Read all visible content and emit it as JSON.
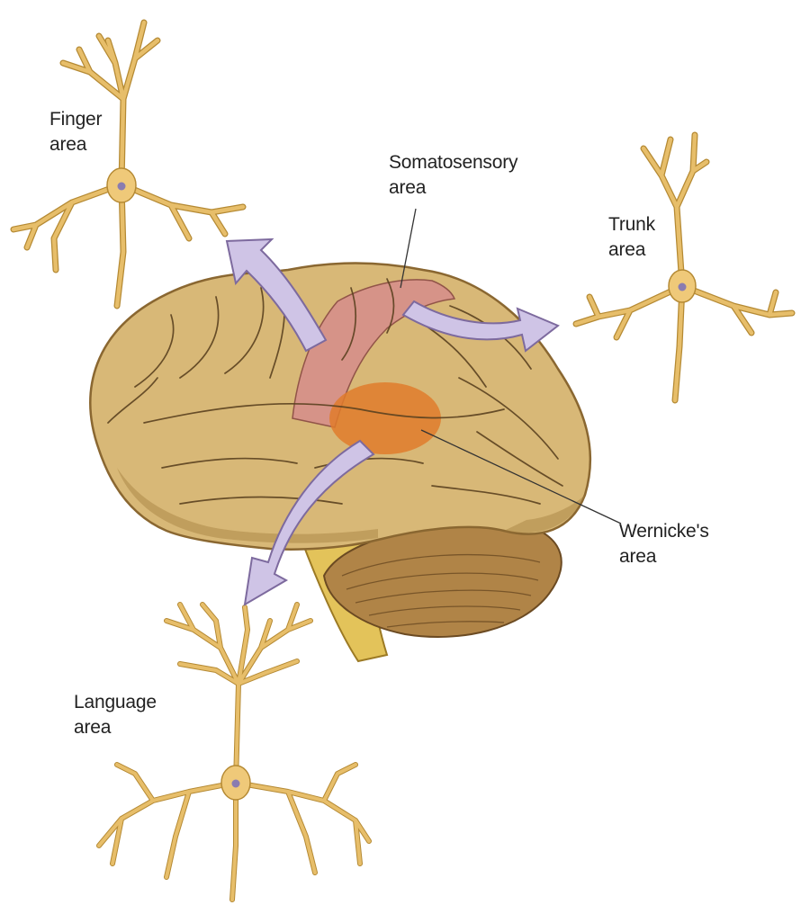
{
  "labels": {
    "finger": "Finger\narea",
    "somatosensory": "Somatosensory\narea",
    "trunk": "Trunk\narea",
    "wernicke": "Wernicke's\narea",
    "language": "Language\narea"
  },
  "colors": {
    "brain": "#d8b877",
    "brain_shadow": "#a57f3f",
    "sulcus": "#5b4220",
    "somatosensory_region": "#d68f8a",
    "wernicke_region": "#e07b2c",
    "arrow_fill": "#cfc4e6",
    "arrow_stroke": "#7d6a9e",
    "neuron": "#e7be6a",
    "neuron_outline": "#b58a34",
    "nucleus": "#8a7cb0"
  }
}
